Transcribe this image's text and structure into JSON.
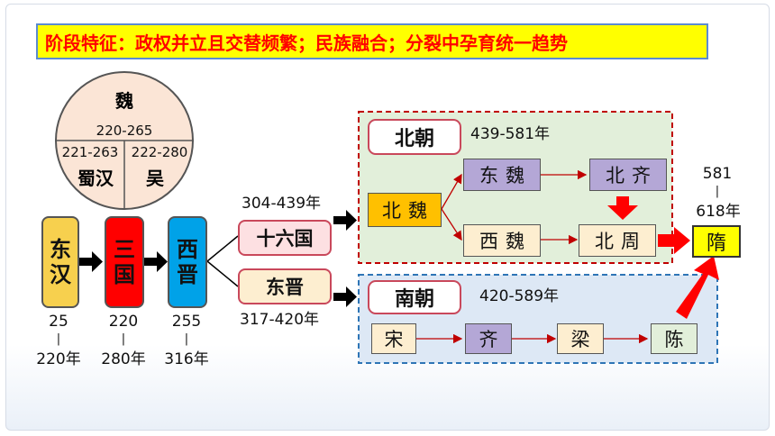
{
  "banner": "阶段特征：政权并立且交替频繁；民族融合；分裂中孕育统一趋势",
  "three_kingdoms": {
    "wei": "魏",
    "wei_years": "220-265",
    "shu_years": "221-263",
    "wu_years": "222-280",
    "shu": "蜀汉",
    "wu": "吴"
  },
  "dynasties": {
    "donghan": {
      "label": "东汉",
      "years_start": "25",
      "dash": "|",
      "years_end": "220年",
      "color": "#f7d04e"
    },
    "sanguo": {
      "label": "三国",
      "years_start": "220",
      "dash": "|",
      "years_end": "280年",
      "color": "#ff0000"
    },
    "xijin": {
      "label": "西晋",
      "years_start": "255",
      "dash": "|",
      "years_end": "316年",
      "color": "#00a2e8"
    }
  },
  "shiliuguo": {
    "label": "十六国",
    "years": "304-439年"
  },
  "dongjin": {
    "label": "东晋",
    "years": "317-420年"
  },
  "north": {
    "title": "北朝",
    "years": "439-581年",
    "beiwei": "北魏",
    "dongwei": "东魏",
    "beiqi": "北齐",
    "xiwei": "西魏",
    "beizhou": "北周"
  },
  "south": {
    "title": "南朝",
    "years": "420-589年",
    "song": "宋",
    "qi": "齐",
    "liang": "梁",
    "chen": "陈"
  },
  "sui": {
    "label": "隋",
    "years_start": "581",
    "dash": "|",
    "years_end": "618年"
  },
  "colors": {
    "banner_bg": "#ffff00",
    "banner_text": "#ff0000",
    "north_bg": "#e2efda",
    "south_bg": "#dde8f5",
    "purple": "#b4a7d6",
    "orange": "#ffc000",
    "arrow_red": "#ff0000"
  }
}
